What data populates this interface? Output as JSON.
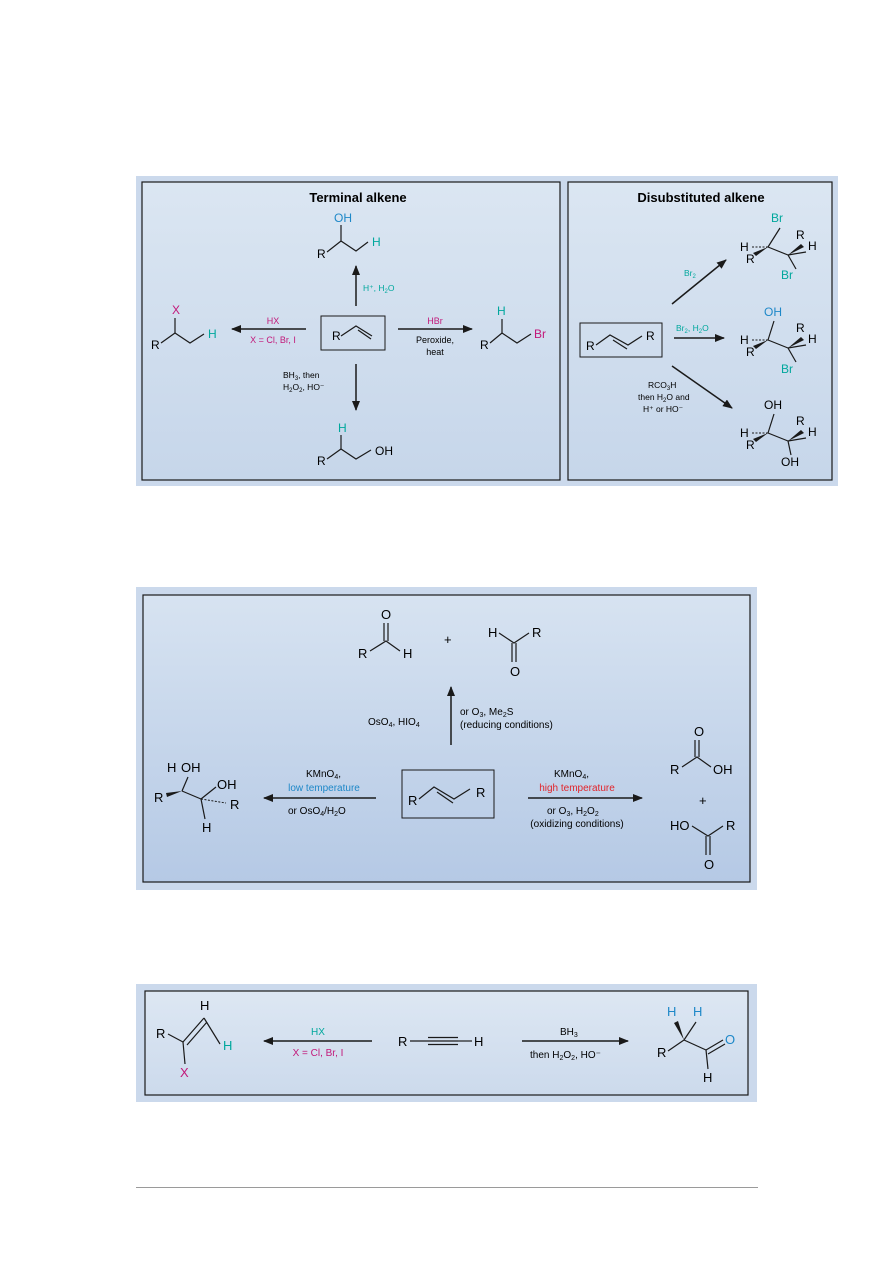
{
  "colors": {
    "frame_bg": "#c9d8eb",
    "panel_light": "#d9e4f1",
    "panel_mid": "#c2d3ea",
    "text": "#1a1a1a",
    "teal": "#00a79d",
    "magenta": "#c2187a",
    "blue": "#1e88c8",
    "red": "#e2252b"
  },
  "fig1": {
    "left": {
      "title": "Terminal alkene",
      "start": {
        "R": "R"
      },
      "up": {
        "reagent_a": "H⁺",
        "reagent_b": ", H",
        "reagent_b_sub": "2",
        "reagent_b_end": "O",
        "product": {
          "OH": "OH",
          "H": "H",
          "R": "R"
        }
      },
      "left_arrow": {
        "reagent_top": "HX",
        "reagent_bottom": "X = Cl, Br, I",
        "product": {
          "X": "X",
          "H": "H",
          "R": "R"
        }
      },
      "right_arrow": {
        "reagent_top": "HBr",
        "reagent_mid": "Peroxide,",
        "reagent_bottom": "heat",
        "product": {
          "H": "H",
          "Br": "Br",
          "R": "R"
        }
      },
      "down": {
        "line1a": "BH",
        "line1_sub": "3",
        "line1b": ", then",
        "line2a": "H",
        "line2_sub1": "2",
        "line2b": "O",
        "line2_sub2": "2",
        "line2c": ", HO⁻",
        "product": {
          "H": "H",
          "OH": "OH",
          "R": "R"
        }
      }
    },
    "right": {
      "title": "Disubstituted alkene",
      "start": {
        "R1": "R",
        "R2": "R"
      },
      "upper": {
        "reagent_a": "Br",
        "reagent_sub": "2",
        "product": {
          "Br_top": "Br",
          "H_left": "H",
          "R_left": "R",
          "R_right": "R",
          "H_right": "H",
          "Br_bottom": "Br"
        }
      },
      "middle": {
        "reagent_a": "Br",
        "reagent_sub": "2",
        "reagent_b": ", H",
        "reagent_b_sub": "2",
        "reagent_b_end": "O",
        "product": {
          "OH_top": "OH",
          "H_left": "H",
          "R_left": "R",
          "R_right": "R",
          "H_right": "H",
          "Br_bottom": "Br"
        }
      },
      "lower": {
        "line1a": "RCO",
        "line1_sub": "3",
        "line1b": "H",
        "line2a": "then H",
        "line2_sub": "2",
        "line2b": "O and",
        "line3": "H⁺ or HO⁻",
        "product": {
          "OH_top": "OH",
          "H_left": "H",
          "R_left": "R",
          "R_right": "R",
          "H_right": "H",
          "OH_bottom": "OH"
        }
      }
    }
  },
  "fig2": {
    "start": {
      "R1": "R",
      "R2": "R"
    },
    "up": {
      "left_a": "OsO",
      "left_sub1": "4",
      "left_b": ", HIO",
      "left_sub2": "4",
      "right1a": "or O",
      "right1_sub": "3",
      "right1b": ", Me",
      "right1_sub2": "2",
      "right1c": "S",
      "right2": "(reducing conditions)",
      "products": {
        "O1": "O",
        "R1": "R",
        "H1": "H",
        "plus": "+",
        "H2": "H",
        "R2": "R",
        "O2": "O"
      }
    },
    "left": {
      "top1a": "KMnO",
      "top1_sub": "4",
      "top1b": ",",
      "top2": "low temperature",
      "bottom_a": "or OsO",
      "bottom_sub": "4",
      "bottom_b": "/H",
      "bottom_sub2": "2",
      "bottom_c": "O",
      "product": {
        "H_top": "H",
        "OH_top": "OH",
        "OH_right": "OH",
        "R_left": "R",
        "R_right": "R",
        "H_bottom": "H"
      }
    },
    "right": {
      "top1a": "KMnO",
      "top1_sub": "4",
      "top1b": ",",
      "top2": "high temperature",
      "bottom1a": "or O",
      "bottom1_sub": "3",
      "bottom1b": ", H",
      "bottom1_sub2": "2",
      "bottom1c": "O",
      "bottom1_sub3": "2",
      "bottom2": "(oxidizing conditions)",
      "products": {
        "O1": "O",
        "R1": "R",
        "OH1": "OH",
        "plus": "+",
        "HO2": "HO",
        "R2": "R",
        "O2": "O"
      }
    }
  },
  "fig3": {
    "start": {
      "R": "R",
      "H": "H"
    },
    "left": {
      "reagent_top": "HX",
      "reagent_bottom": "X = Cl, Br, I",
      "product": {
        "H_top": "H",
        "R": "R",
        "H_teal": "H",
        "X": "X"
      }
    },
    "right": {
      "reagent_top_a": "BH",
      "reagent_top_sub": "3",
      "reagent_bottom_a": "then H",
      "reagent_bottom_sub1": "2",
      "reagent_bottom_b": "O",
      "reagent_bottom_sub2": "2",
      "reagent_bottom_c": ", HO⁻",
      "product": {
        "H1": "H",
        "H2": "H",
        "R": "R",
        "O": "O",
        "H3": "H"
      }
    }
  }
}
